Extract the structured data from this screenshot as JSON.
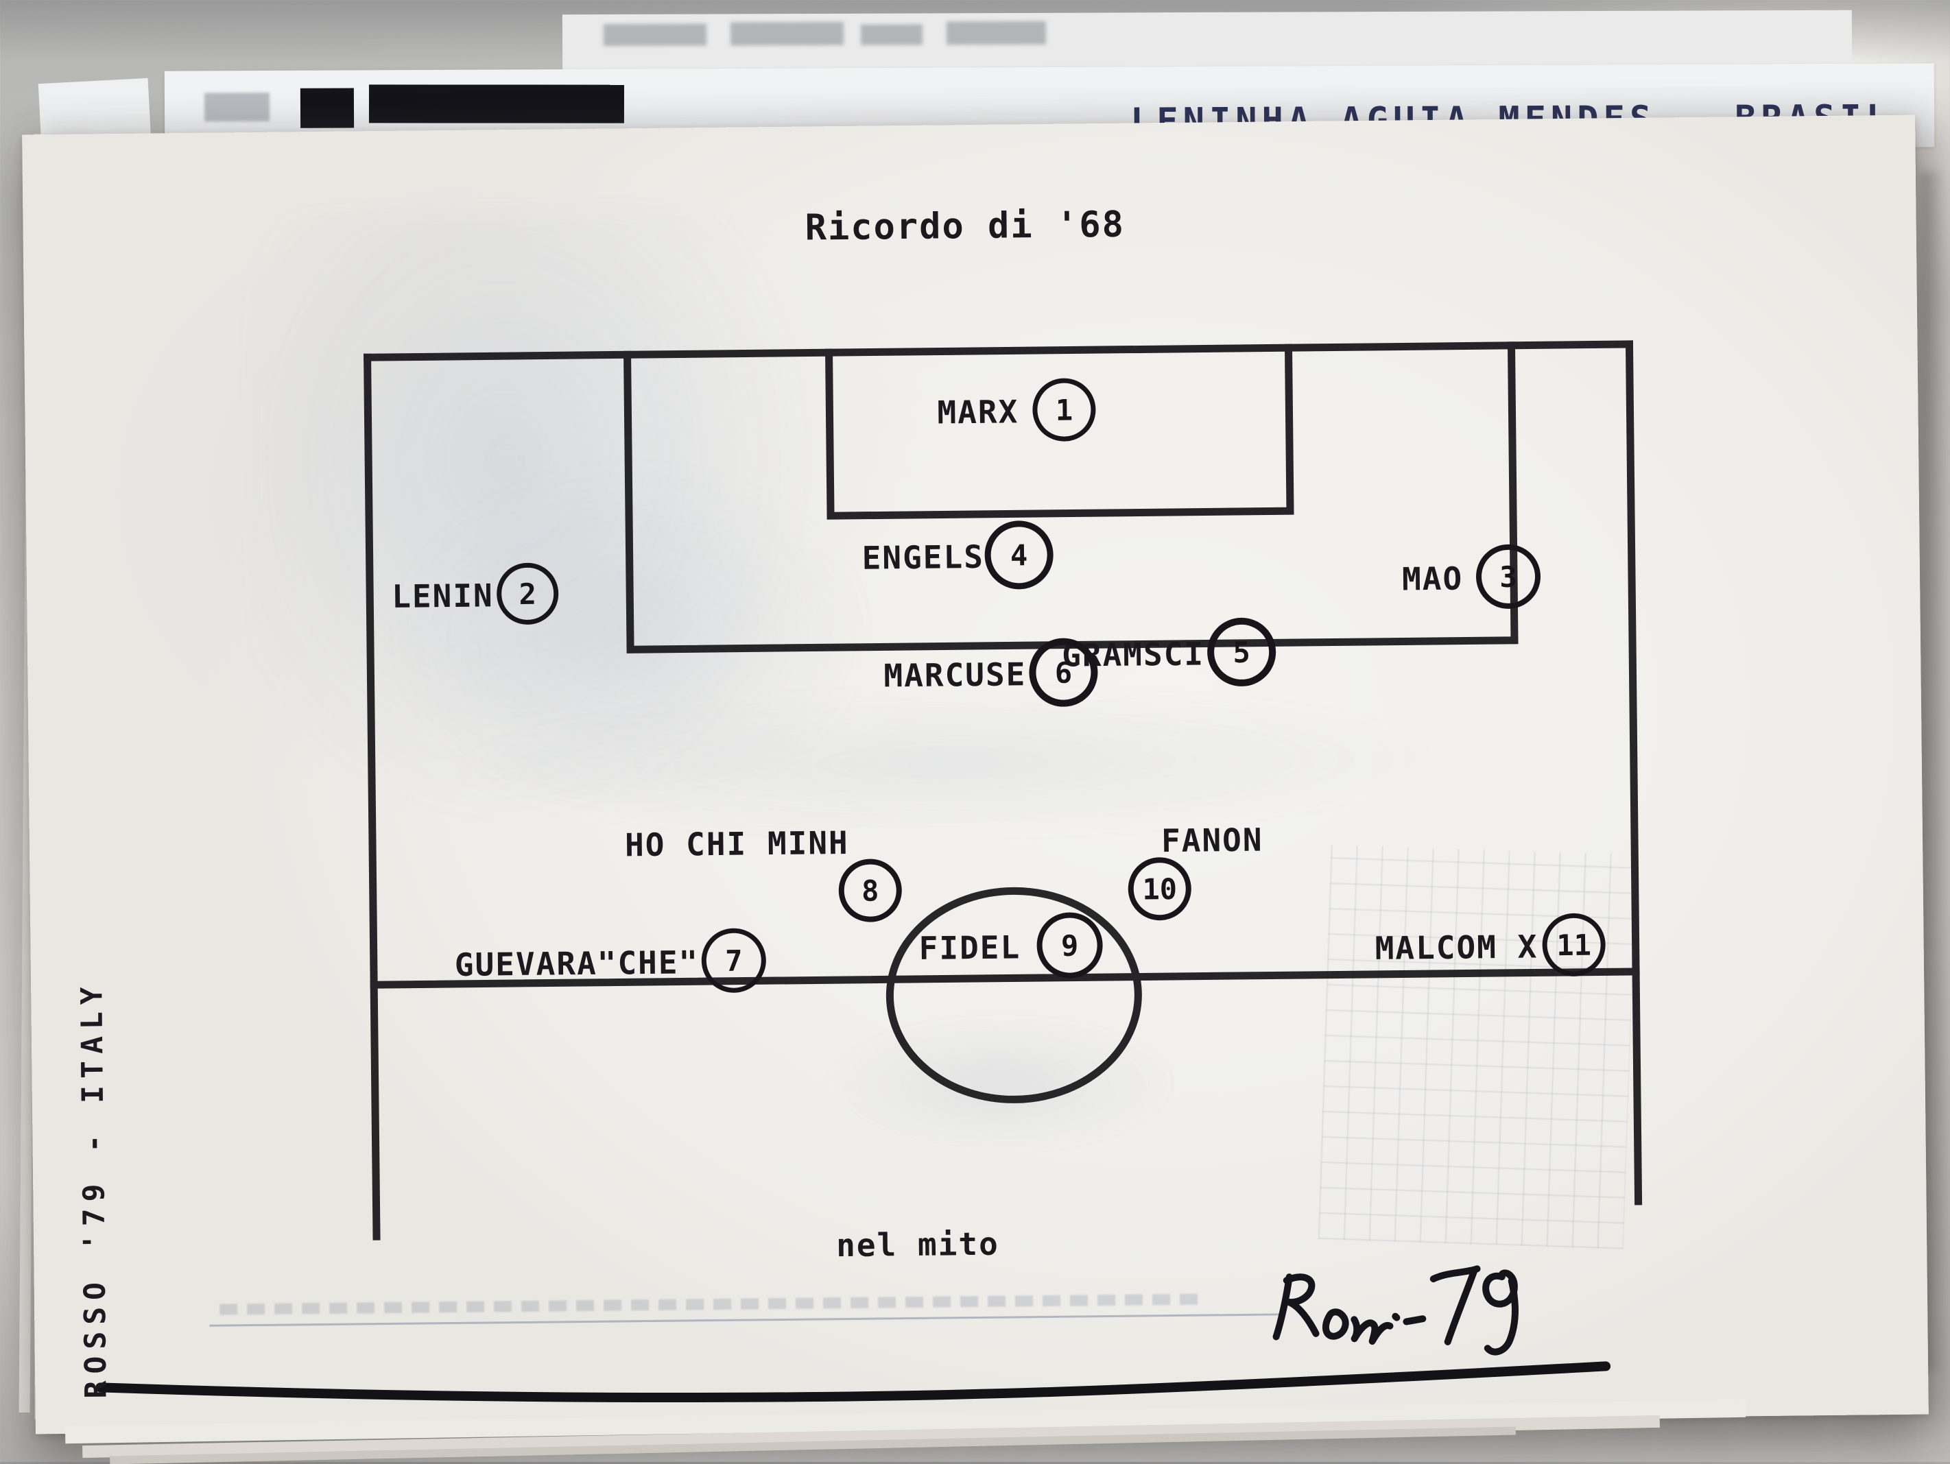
{
  "photo": {
    "back_sheet_header": "LENINHA AGUIA MENDES - BRASIL"
  },
  "sheet": {
    "title": "Ricordo di '68",
    "bottom_caption": "nel mito",
    "side_caption": "ROSSO '79 - ITALY",
    "signature": "Rossi-79"
  },
  "formation": {
    "players": [
      {
        "name": "MARX",
        "number": "1"
      },
      {
        "name": "LENIN",
        "number": "2"
      },
      {
        "name": "MAO",
        "number": "3"
      },
      {
        "name": "ENGELS",
        "number": "4"
      },
      {
        "name": "GRAMSCI",
        "number": "5"
      },
      {
        "name": "MARCUSE",
        "number": "6"
      },
      {
        "name": "GUEVARA\"CHE\"",
        "number": "7"
      },
      {
        "name": "HO CHI MINH",
        "number": "8"
      },
      {
        "name": "FIDEL",
        "number": "9"
      },
      {
        "name": "FANON",
        "number": "10"
      },
      {
        "name": "MALCOM X",
        "number": "11"
      }
    ]
  }
}
